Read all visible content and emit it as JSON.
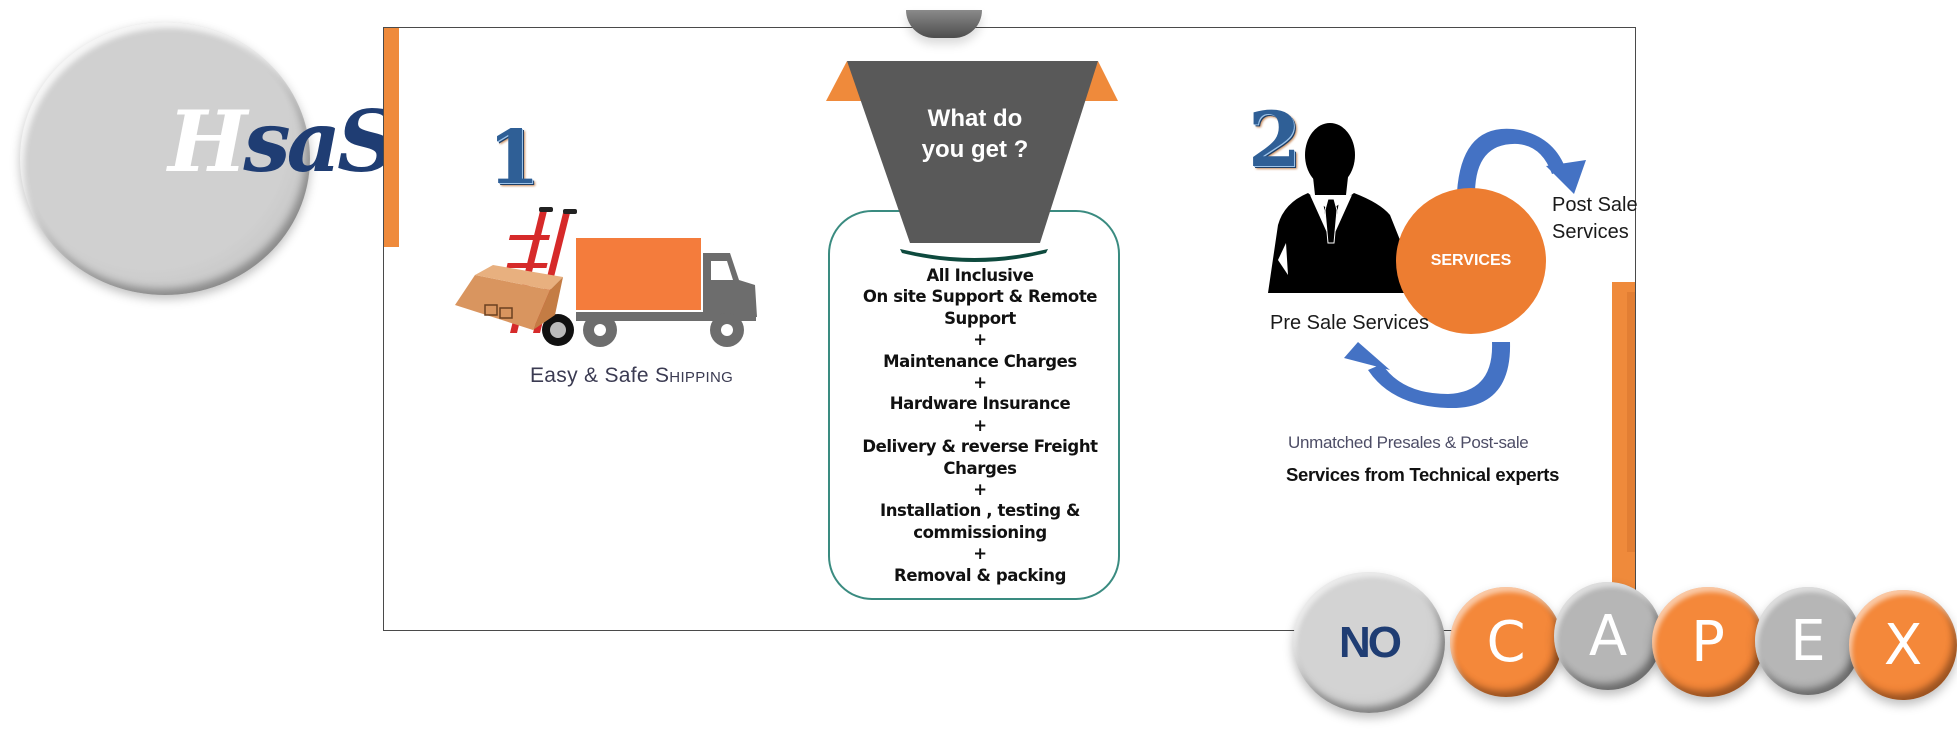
{
  "logo": {
    "first_letter": "H",
    "rest": "saS"
  },
  "colors": {
    "accent_orange": "#ed7d31",
    "navy": "#1f3d73",
    "funnel_grey": "#595959",
    "teal_border": "#3a8b80",
    "arrow_blue": "#4472c4"
  },
  "shipping": {
    "number": "1",
    "label_prefix": "Easy & Safe ",
    "label_smallcaps": "Shipping",
    "icon": "hand-truck-and-delivery-truck"
  },
  "funnel": {
    "title_line1": "What do",
    "title_line2": "you get ?",
    "items": [
      "All Inclusive",
      "On site Support & Remote Support",
      "+",
      "Maintenance Charges",
      "+",
      "Hardware Insurance",
      "+",
      "Delivery & reverse Freight Charges",
      "+",
      "Installation , testing & commissioning",
      "+",
      "Removal & packing"
    ]
  },
  "services": {
    "number": "2",
    "center_label": "SERVICES",
    "post_sale_line1": "Post Sale",
    "post_sale_line2": "Services",
    "pre_sale": "Pre Sale Services",
    "tagline_line1": "Unmatched  Presales  & Post-sale",
    "tagline_line2": "Services from Technical experts",
    "icon": "businessman-silhouette"
  },
  "no_capex": {
    "no": "NO",
    "letters": [
      "C",
      "A",
      "P",
      "E",
      "X"
    ]
  }
}
